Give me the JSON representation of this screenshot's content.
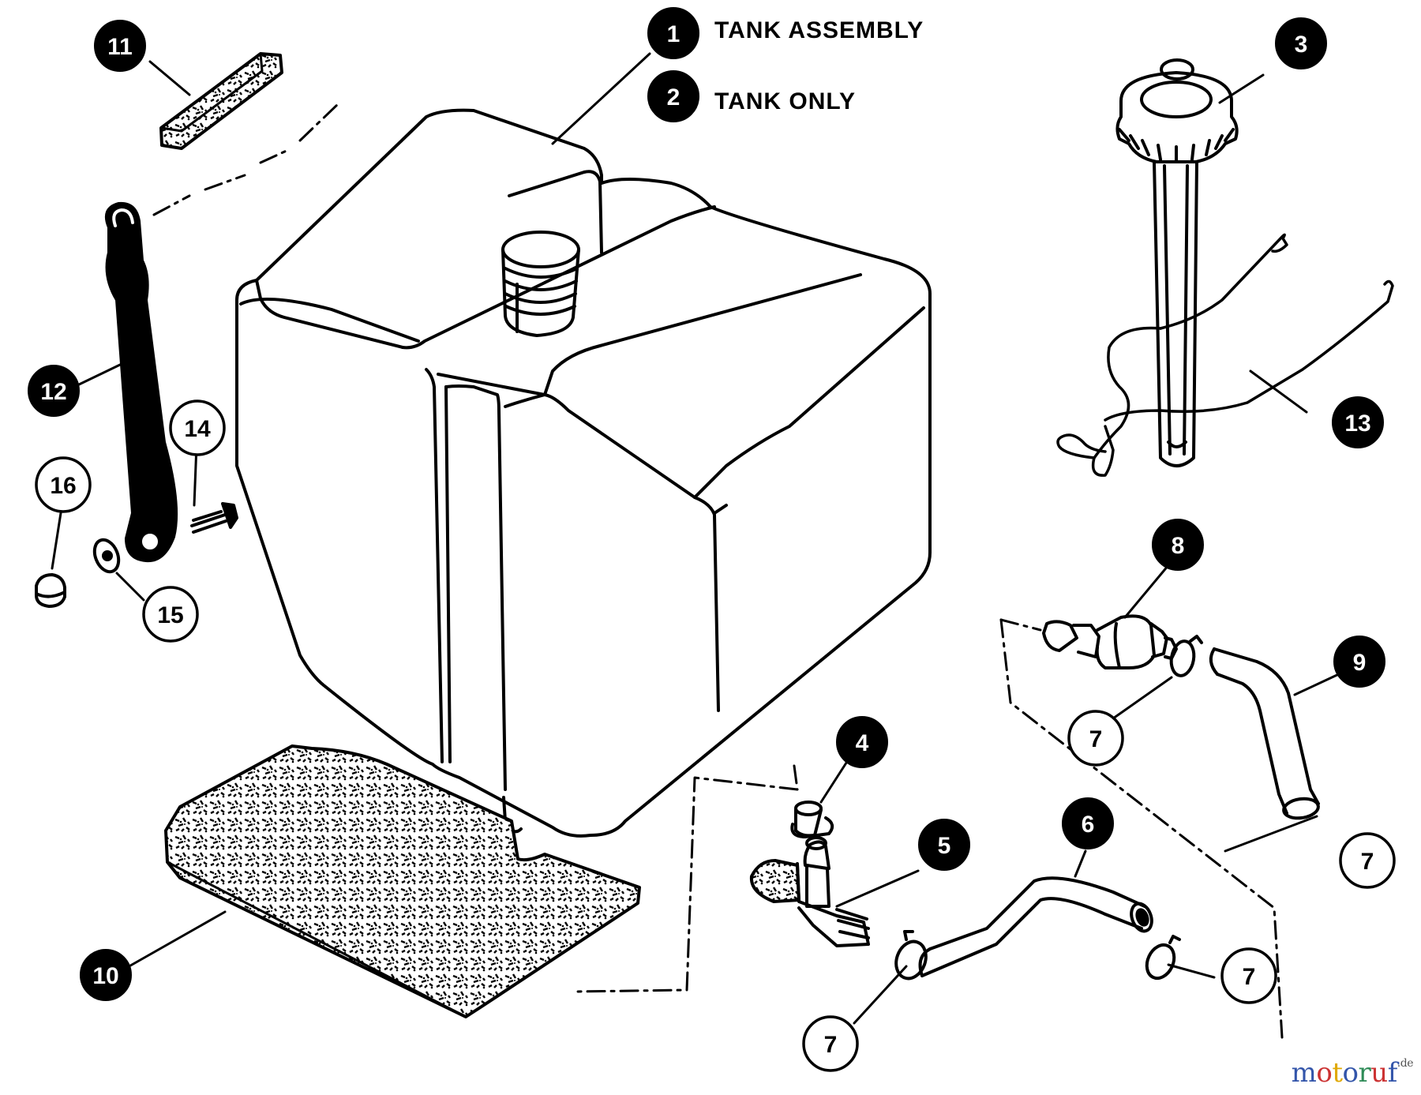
{
  "callouts": [
    {
      "id": "1",
      "style": "solid"
    },
    {
      "id": "2",
      "style": "solid"
    },
    {
      "id": "3",
      "style": "solid"
    },
    {
      "id": "4",
      "style": "solid"
    },
    {
      "id": "5",
      "style": "solid"
    },
    {
      "id": "6",
      "style": "solid"
    },
    {
      "id": "7",
      "style": "outline"
    },
    {
      "id": "8",
      "style": "solid"
    },
    {
      "id": "9",
      "style": "solid"
    },
    {
      "id": "10",
      "style": "solid"
    },
    {
      "id": "11",
      "style": "solid"
    },
    {
      "id": "12",
      "style": "solid"
    },
    {
      "id": "13",
      "style": "solid"
    },
    {
      "id": "14",
      "style": "outline"
    },
    {
      "id": "15",
      "style": "outline"
    },
    {
      "id": "16",
      "style": "outline"
    }
  ],
  "captions": {
    "tank_assembly": "TANK ASSEMBLY",
    "tank_only": "TANK ONLY"
  },
  "watermark": {
    "letters": [
      "m",
      "o",
      "t",
      "o",
      "r",
      "u",
      "f"
    ],
    "letter_colors": [
      "#3355aa",
      "#cc3333",
      "#e0a800",
      "#3355aa",
      "#2e8b57",
      "#cc3333",
      "#3355aa"
    ],
    "suffix": ".de"
  },
  "colors": {
    "ink": "#000000",
    "paper": "#ffffff"
  }
}
